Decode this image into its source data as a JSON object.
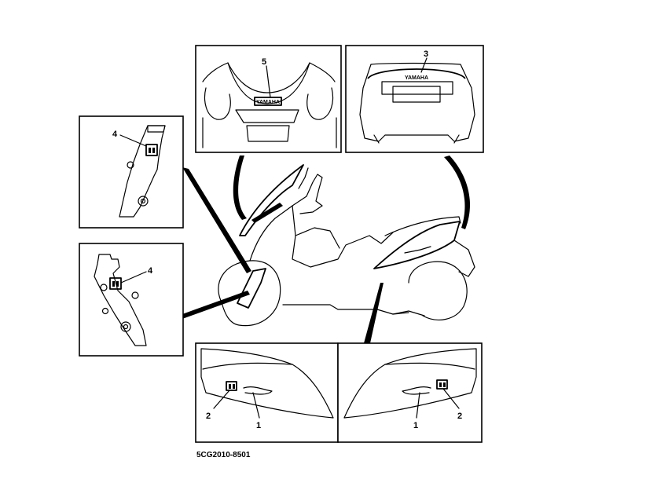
{
  "callouts": {
    "one_left": "1",
    "two_left": "2",
    "one_right": "1",
    "two_right": "2",
    "three": "3",
    "four_top": "4",
    "four_bottom": "4",
    "five": "5"
  },
  "logos": {
    "rear_brand": "YAMAHA",
    "front_brand": "YAMAHA"
  },
  "figure_code": "5CG2010-8501"
}
